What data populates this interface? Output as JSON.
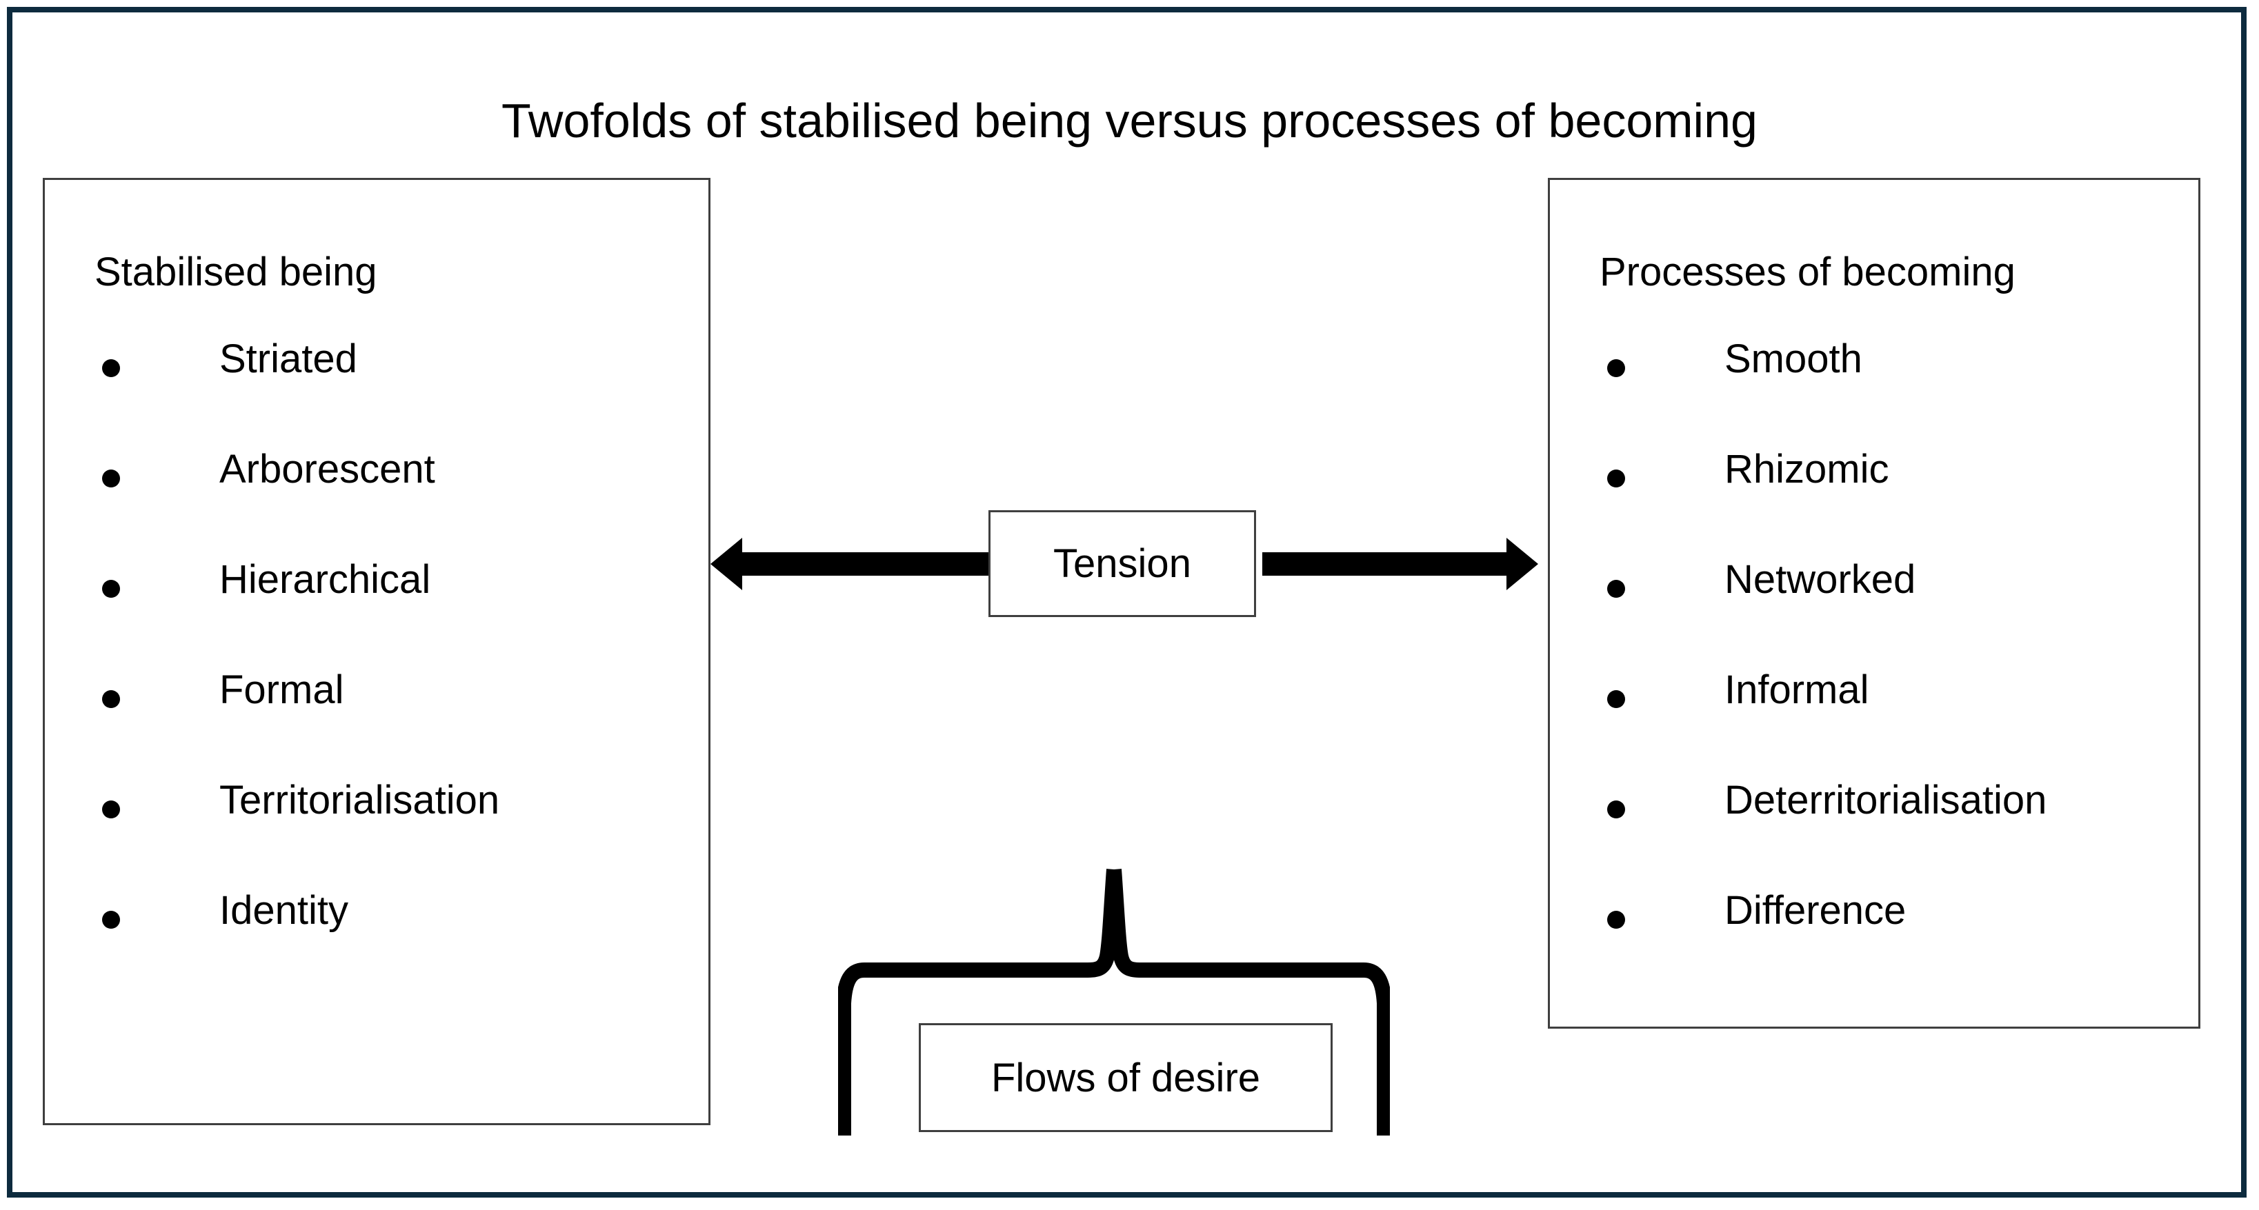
{
  "frame": {
    "border_color": "#0d2b3e",
    "background": "#ffffff"
  },
  "diagram": {
    "title": "Twofolds of stabilised being versus processes of becoming",
    "box_border_color": "#3f3f3f",
    "text_color": "#000000",
    "arrow_color": "#000000",
    "brace_color": "#000000"
  },
  "left_panel": {
    "heading": "Stabilised being",
    "items": [
      {
        "label": "Striated"
      },
      {
        "label": "Arborescent"
      },
      {
        "label": "Hierarchical"
      },
      {
        "label": "Formal"
      },
      {
        "label": "Territorialisation"
      },
      {
        "label": "Identity"
      }
    ]
  },
  "right_panel": {
    "heading": "Processes of becoming",
    "items": [
      {
        "label": "Smooth"
      },
      {
        "label": "Rhizomic"
      },
      {
        "label": "Networked"
      },
      {
        "label": "Informal"
      },
      {
        "label": "Deterritorialisation"
      },
      {
        "label": "Difference"
      }
    ]
  },
  "center": {
    "tension_label": "Tension",
    "arrow_left_name": "left-arrow-icon",
    "arrow_right_name": "right-arrow-icon"
  },
  "bottom": {
    "flows_label": "Flows of desire",
    "brace_name": "curly-brace-up-icon"
  }
}
